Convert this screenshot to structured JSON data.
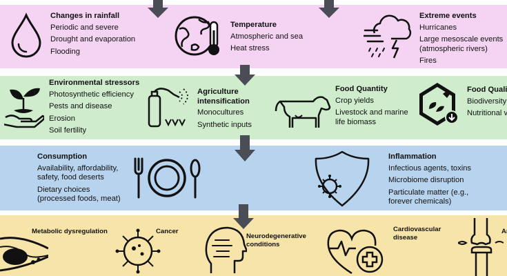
{
  "arrows": [
    "down-arrow",
    "down-arrow",
    "down-arrow",
    "down-arrow",
    "down-arrow"
  ],
  "colors": {
    "climate_band": "#f4d4f2",
    "production_band": "#cfeccd",
    "exposure_band": "#b8d3ee",
    "disease_band": "#f6e4a8",
    "arrow": "#4a4d55"
  },
  "climate": {
    "rainfall": {
      "title": "Changes in rainfall",
      "items": [
        "Periodic and severe",
        "Drought and evaporation",
        "Flooding"
      ]
    },
    "temperature": {
      "title": "Temperature",
      "items": [
        "Atmospheric and sea",
        "Heat stress"
      ]
    },
    "extreme": {
      "title": "Extreme events",
      "items": [
        "Hurricanes",
        "Large mesoscale events (atmospheric rivers)",
        "Fires"
      ]
    }
  },
  "production": {
    "stressors": {
      "title": "Environmental stressors",
      "items": [
        "Photosynthetic efficiency",
        "Pests and disease",
        "Erosion",
        "Soil fertility"
      ]
    },
    "agriculture": {
      "title": "Agriculture intensification",
      "items": [
        "Monocultures",
        "Synthetic inputs"
      ]
    },
    "quantity": {
      "title": "Food Quantity",
      "items": [
        "Crop yields",
        "Livestock and marine life biomass"
      ]
    },
    "quality": {
      "title": "Food Quality",
      "items": [
        "Biodiversity",
        "Nutritional value"
      ]
    }
  },
  "exposure": {
    "consumption": {
      "title": "Consumption",
      "items": [
        "Availability, affordability, safety, food deserts",
        "Dietary choices (processed foods, meat)"
      ]
    },
    "inflammation": {
      "title": "Inflammation",
      "items": [
        "Infectious agents, toxins",
        "Microbiome disruption",
        "Particulate matter (e.g., forever chemicals)"
      ]
    }
  },
  "diseases": {
    "metabolic": "Metabolic dysregulation",
    "cancer": "Cancer",
    "neuro": "Neurodegenerative conditions",
    "cardio": "Cardiovascular disease",
    "arthritis": "Arthritis"
  }
}
